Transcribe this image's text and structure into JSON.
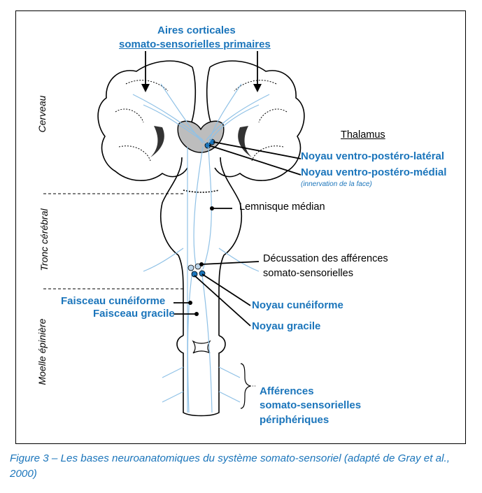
{
  "figure": {
    "title_line1": "Aires corticales",
    "title_line2": "somato-sensorielles primaires",
    "regions": {
      "brain": "Cerveau",
      "brainstem": "Tronc cérébral",
      "spinal_cord": "Moelle épinière"
    },
    "thalamus": {
      "header": "Thalamus",
      "vpl": "Noyau ventro-postéro-latéral",
      "vpm": "Noyau ventro-postéro-médial",
      "vpm_note": "(innervation de la face)"
    },
    "lemniscus": "Lemnisque médian",
    "decussation_line1": "Décussation des afférences",
    "decussation_line2": "somato-sensorielles",
    "nucleus_cuneate": "Noyau cunéiforme",
    "nucleus_gracile": "Noyau gracile",
    "fasciculus_cuneate": "Faisceau cunéiforme",
    "fasciculus_gracile": "Faisceau gracile",
    "afferents_line1": "Afférences",
    "afferents_line2": "somato-sensorielles",
    "afferents_line3": "périphériques"
  },
  "caption": "Figure 3 – Les bases neuroanatomiques du système somato-sensoriel (adapté de Gray et al., 2000)",
  "colors": {
    "accent": "#1b75bb",
    "ink": "#000000",
    "fiber": "#9fc9ea"
  }
}
